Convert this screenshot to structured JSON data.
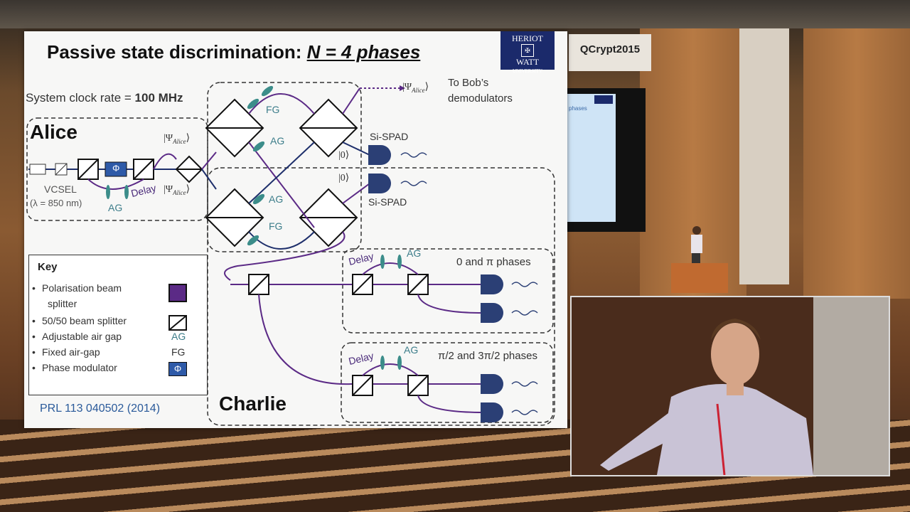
{
  "slide": {
    "title_prefix": "Passive state discrimination: ",
    "title_emph": "N = 4 phases",
    "logo_line1": "HERIOT",
    "logo_line2": "WATT",
    "logo_line3": "UNIVERSITY",
    "clock_prefix": "System clock rate = ",
    "clock_value": "100 MHz",
    "labels": {
      "alice": "Alice",
      "charlie": "Charlie",
      "vcsel": "VCSEL",
      "wavelength": "(λ = 850 nm)",
      "ag": "AG",
      "fg": "FG",
      "delay": "Delay",
      "psi_alice": "|Ψ",
      "psi_sub": "Alice",
      "zero_ket": "|0⟩",
      "si_spad": "Si-SPAD",
      "to_bob_line1": "To Bob’s",
      "to_bob_line2": "demodulators",
      "phases_0_pi": "0 and π phases",
      "phases_pi2": "π/2 and 3π/2 phases",
      "phi": "Φ"
    },
    "key": {
      "title": "Key",
      "items": [
        {
          "label": "Polarisation beam",
          "label2": "splitter",
          "symbol": "pbs"
        },
        {
          "label": "50/50 beam splitter",
          "symbol": "bs"
        },
        {
          "label": "Adjustable air gap",
          "symbol_text": "AG"
        },
        {
          "label": "Fixed air-gap",
          "symbol_text": "FG"
        },
        {
          "label": "Phase modulator",
          "symbol_text": "Φ"
        }
      ]
    },
    "citation": "PRL 113 040502 (2014)"
  },
  "room": {
    "banner": "QCrypt2015",
    "screen_logo": "HERIOT WATT",
    "screen_text": "phases"
  },
  "colors": {
    "purple": "#5b2a86",
    "navy": "#1e2f6b",
    "detector": "#2b3f75",
    "teal": "#3c8d8a",
    "slide_bg": "#f7f7f6"
  }
}
